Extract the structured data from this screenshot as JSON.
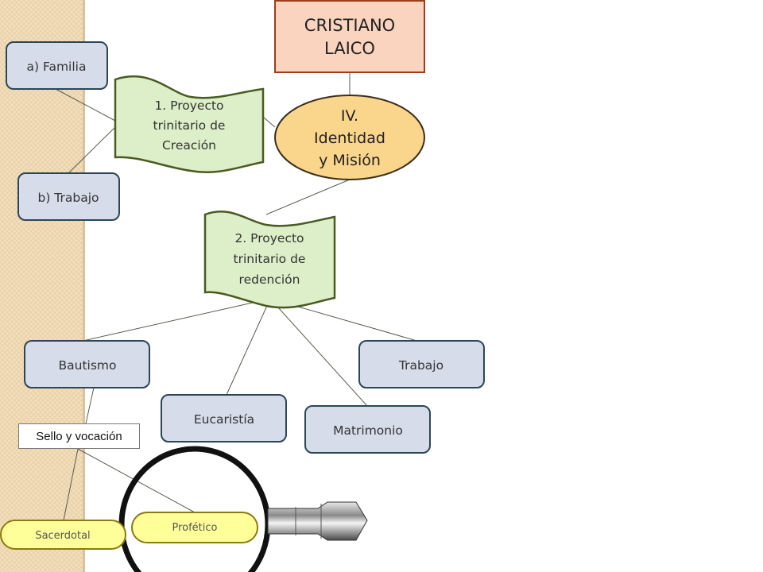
{
  "title_box": {
    "lines": [
      "CRISTIANO",
      "LAICO"
    ]
  },
  "identity": {
    "lines": [
      "IV.",
      "Identidad",
      "y Misión"
    ]
  },
  "project_creation": {
    "lines": [
      "1. Proyecto",
      "trinitario de",
      "Creación"
    ]
  },
  "project_redemption": {
    "lines": [
      "2. Proyecto",
      "trinitario de",
      "redención"
    ]
  },
  "creation_items": [
    "a) Familia",
    "b) Trabajo"
  ],
  "redemption_items": [
    "Bautismo",
    "Eucaristía",
    "Matrimonio",
    "Trabajo"
  ],
  "sello_label": "Sello y vocación",
  "ministries": [
    "Sacerdotal",
    "Profético"
  ],
  "colors": {
    "title_fill": "#fad4bf",
    "title_stroke": "#9c3d1c",
    "identity_fill": "#fad58c",
    "identity_stroke": "#3b2f1a",
    "banner_fill": "#dcefc8",
    "banner_stroke": "#4a5a20",
    "node_fill": "#d6dcea",
    "node_stroke": "#2c4656",
    "ministry_fill": "#ffff99",
    "ministry_stroke": "#8a7a10",
    "left_strip": "#f3dfbd"
  }
}
